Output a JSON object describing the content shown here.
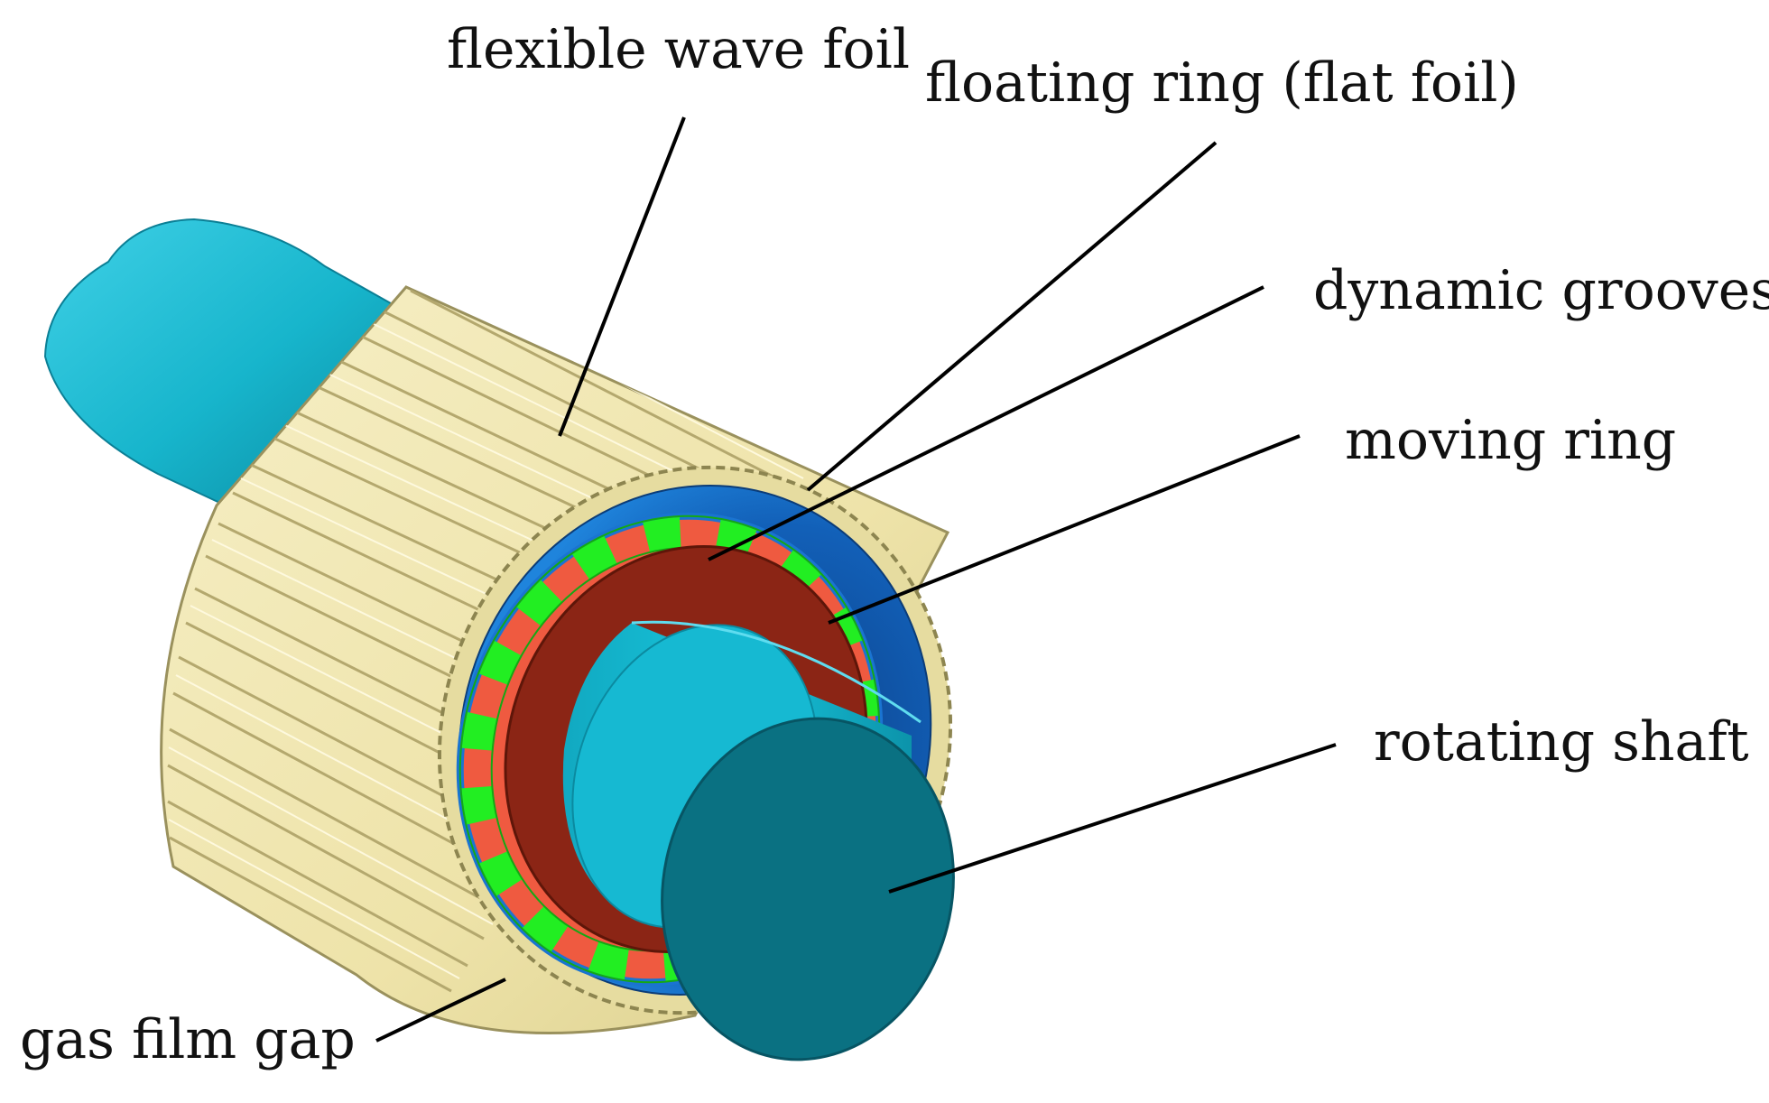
{
  "labels": {
    "flexible_wave_foil": "flexible wave foil",
    "floating_ring": "floating ring (flat foil)",
    "dynamic_grooves": "dynamic grooves",
    "moving_ring": "moving ring",
    "rotating_shaft": "rotating shaft",
    "gas_film_gap": "gas film gap"
  },
  "colors": {
    "shaft": "#12b7cf",
    "shaft_end": "#0a7182",
    "wave_foil": "#efe6b0",
    "wave_foil_edge": "#8d8550",
    "floating_ring": "#1a74d1",
    "groove_green": "#22ee22",
    "groove_red": "#ef5a40",
    "moving_ring": "#8b2515",
    "leader": "#000000",
    "text": "#111111"
  }
}
